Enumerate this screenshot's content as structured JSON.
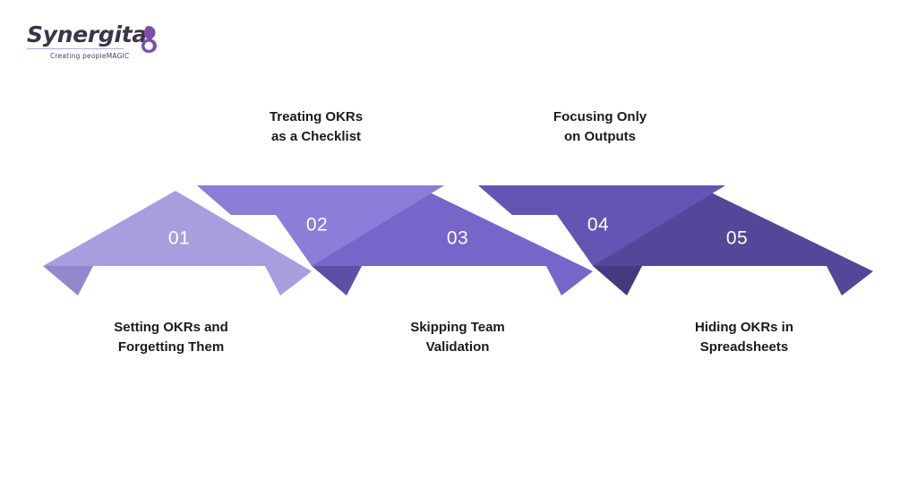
{
  "brand": {
    "name": "Synergita",
    "tagline": "Creating peopleMAGIC",
    "logo_mark": "spiral-swirl-icon",
    "mark_color": "#7d4fa8"
  },
  "infographic": {
    "type": "chevron-process-chain",
    "background": "#ffffff",
    "segment_count": 5,
    "segments": [
      {
        "number": "01",
        "caption": "Setting OKRs and\nForgetting Them",
        "caption_position": "below",
        "direction": "down",
        "color": "#a99de0",
        "tail_color": "#9288cc"
      },
      {
        "number": "02",
        "caption": "Treating OKRs\nas a Checklist",
        "caption_position": "above",
        "direction": "up",
        "color": "#8b7dd8",
        "tail_color": "#6f62b4"
      },
      {
        "number": "03",
        "caption": "Skipping Team\nValidation",
        "caption_position": "below",
        "direction": "down",
        "color": "#7765c9",
        "tail_color": "#5e4fa6"
      },
      {
        "number": "04",
        "caption": "Focusing Only\non Outputs",
        "caption_position": "above",
        "direction": "up",
        "color": "#6455b5",
        "tail_color": "#4e4291"
      },
      {
        "number": "05",
        "caption": "Hiding OKRs in\nSpreadsheets",
        "caption_position": "below",
        "direction": "down",
        "color": "#544799",
        "tail_color": "#443a7e"
      }
    ]
  }
}
